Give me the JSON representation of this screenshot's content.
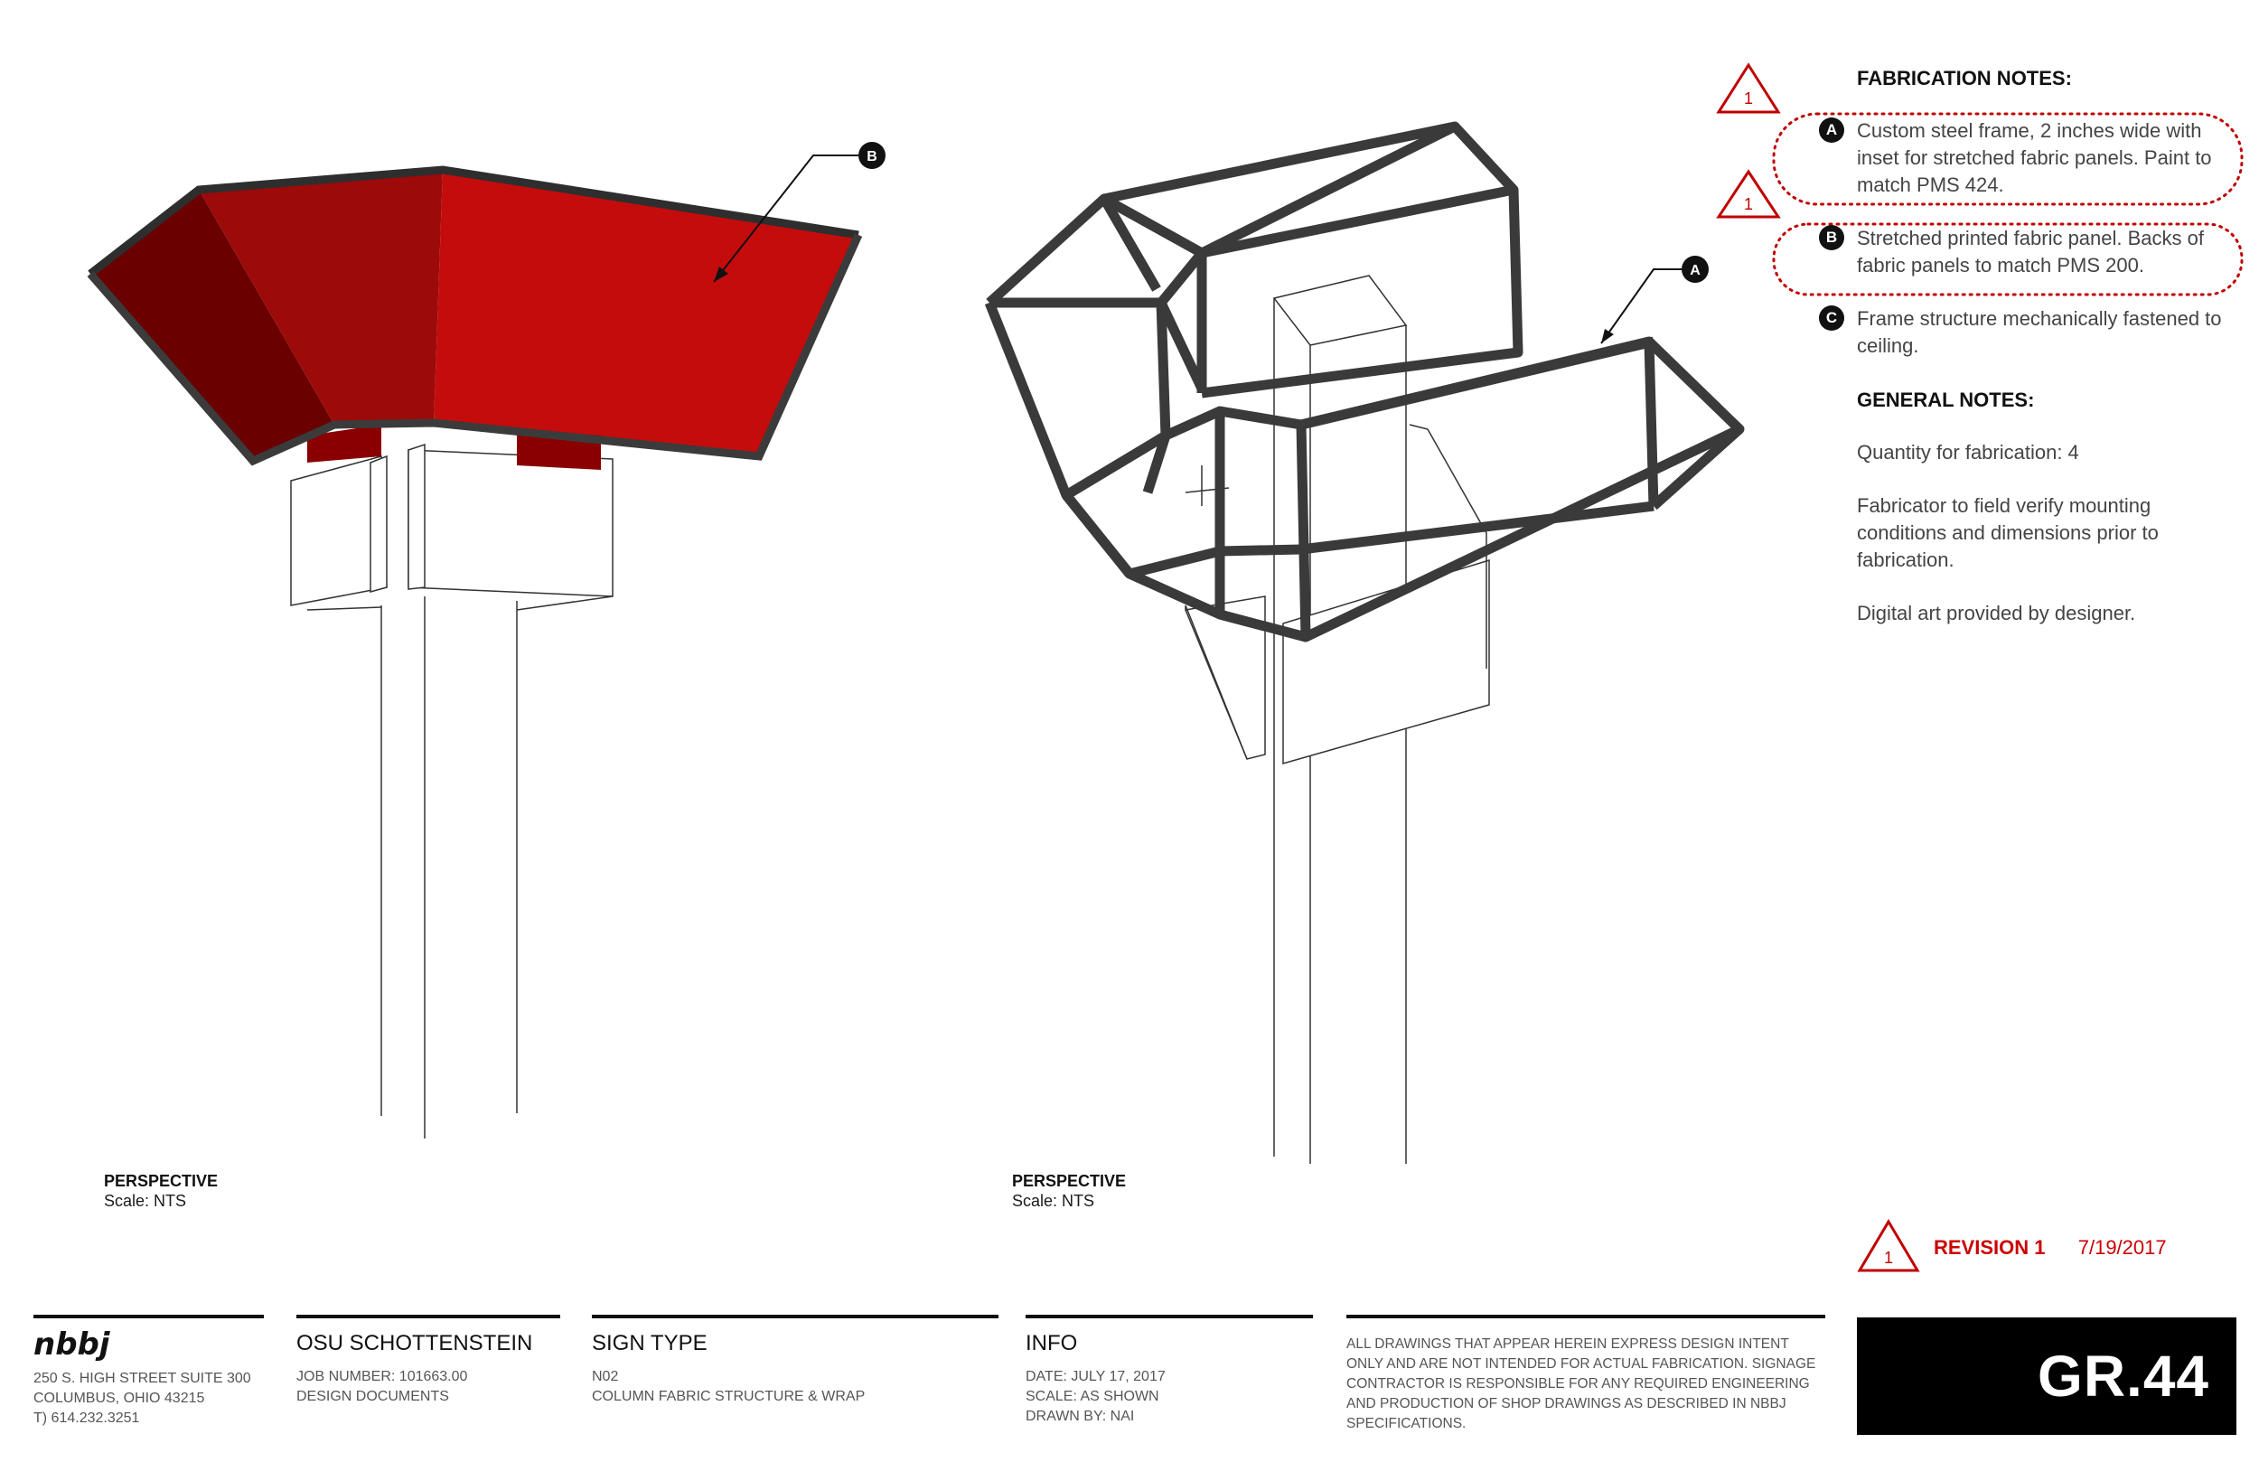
{
  "fabrication_notes": {
    "title": "FABRICATION NOTES:",
    "items": [
      {
        "key": "A",
        "text": "Custom steel frame, 2 inches wide with inset for stretched fabric panels. Paint to match PMS 424."
      },
      {
        "key": "B",
        "text": "Stretched printed fabric panel. Backs of fabric panels to match PMS 200."
      },
      {
        "key": "C",
        "text": "Frame structure mechanically fastened to ceiling."
      }
    ]
  },
  "general_notes": {
    "title": "GENERAL NOTES:",
    "items": [
      "Quantity for fabrication: 4",
      "Fabricator to field verify mounting conditions and dimensions prior to fabrication.",
      "Digital art provided by designer."
    ]
  },
  "views": [
    {
      "title": "PERSPECTIVE",
      "scale": "Scale: NTS",
      "callout": "B"
    },
    {
      "title": "PERSPECTIVE",
      "scale": "Scale: NTS",
      "callout": "A"
    }
  ],
  "revision": {
    "marker": "1",
    "label": "REVISION 1",
    "date": "7/19/2017"
  },
  "title_block": {
    "firm": {
      "logo": "nbbj",
      "address1": "250 S. HIGH STREET  SUITE 300",
      "address2": "COLUMBUS, OHIO 43215",
      "phone": "T) 614.232.3251"
    },
    "project": {
      "title": "OSU SCHOTTENSTEIN",
      "job": "JOB NUMBER: 101663.00",
      "phase": "DESIGN DOCUMENTS"
    },
    "sign_type": {
      "title": "SIGN TYPE",
      "code": "N02",
      "desc": "COLUMN FABRIC STRUCTURE & WRAP"
    },
    "info": {
      "title": "INFO",
      "date": "DATE: JULY 17, 2017",
      "scale": "SCALE: AS SHOWN",
      "drawn": "DRAWN BY: NAI"
    },
    "disclaimer": "ALL DRAWINGS THAT APPEAR HEREIN EXPRESS DESIGN INTENT ONLY AND ARE NOT INTENDED FOR ACTUAL FABRICATION. SIGNAGE CONTRACTOR IS RESPONSIBLE FOR ANY REQUIRED ENGINEERING AND PRODUCTION OF SHOP DRAWINGS AS DESCRIBED IN NBBJ SPECIFICATIONS.",
    "sheet": "GR.44"
  },
  "colors": {
    "accent": "#c00000",
    "fabric_dark": "#6a0000",
    "fabric_mid": "#9c0a0a",
    "fabric_light": "#c40c0c",
    "frame": "#3a3a3a"
  }
}
